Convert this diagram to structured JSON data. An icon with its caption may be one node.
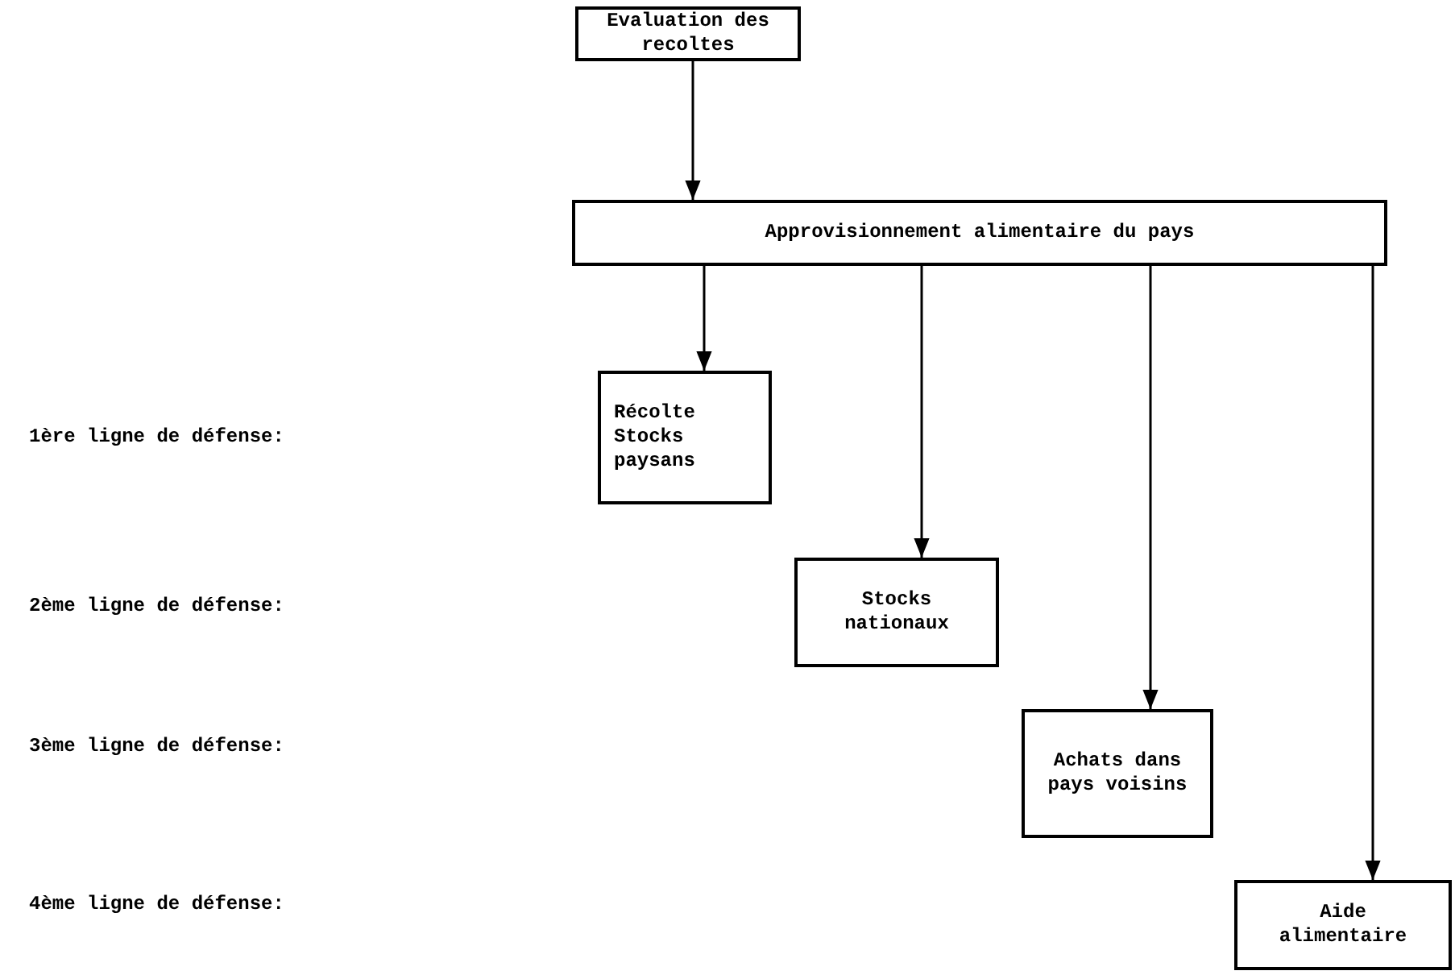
{
  "diagram": {
    "nodes": [
      {
        "text": [
          "Evaluation des recoltes"
        ]
      },
      {
        "text": [
          "Approvisionnement alimentaire du pays"
        ]
      },
      {
        "text": [
          "Récolte Stocks paysans"
        ]
      },
      {
        "text": [
          "Stocks nationaux"
        ]
      },
      {
        "text": [
          "Achats dans pays voisins"
        ]
      },
      {
        "text": [
          "Aide alimentaire"
        ]
      }
    ],
    "edges": [
      {
        "from": 0,
        "to": 1,
        "arrow": "to"
      },
      {
        "from": 1,
        "to": 2,
        "arrow": "to"
      },
      {
        "from": 1,
        "to": 3,
        "arrow": "to"
      },
      {
        "from": 1,
        "to": 4,
        "arrow": "to"
      },
      {
        "from": 1,
        "to": 5,
        "arrow": "to"
      }
    ],
    "labels": [
      "1ère ligne de défense:",
      "2ème ligne de défense:",
      "3ème ligne de défense:",
      "4ème ligne de défense:"
    ]
  }
}
